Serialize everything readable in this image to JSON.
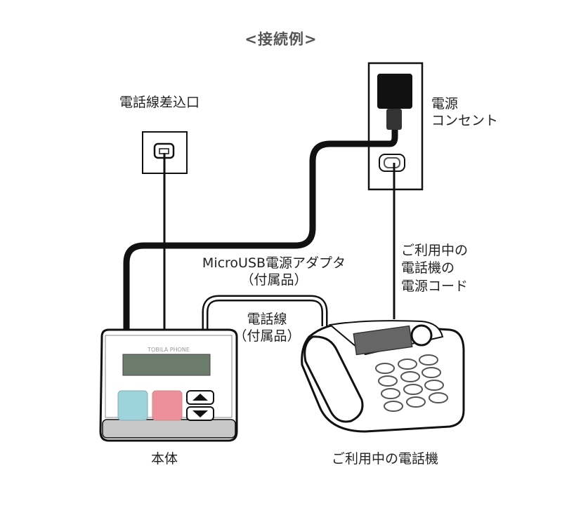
{
  "title": "<接続例>",
  "labels": {
    "phone_jack": "電話線差込口",
    "power_outlet_line1": "電源",
    "power_outlet_line2": "コンセント",
    "adapter_line1": "MicroUSB電源アダプタ",
    "adapter_line2": "（付属品）",
    "phone_line_line1": "電話線",
    "phone_line_line2": "（付属品）",
    "phone_power_line1": "ご利用中の",
    "phone_power_line2": "電話機の",
    "phone_power_line3": "電源コード",
    "device": "本体",
    "telephone": "ご利用中の電話機"
  },
  "device": {
    "brand": "TOBILA PHONE",
    "button_colors": {
      "allow": "#9ed3dc",
      "reject": "#ee8f9c"
    }
  },
  "colors": {
    "line": "#111111",
    "lcd": "#6b7b6c",
    "title": "#555555"
  }
}
